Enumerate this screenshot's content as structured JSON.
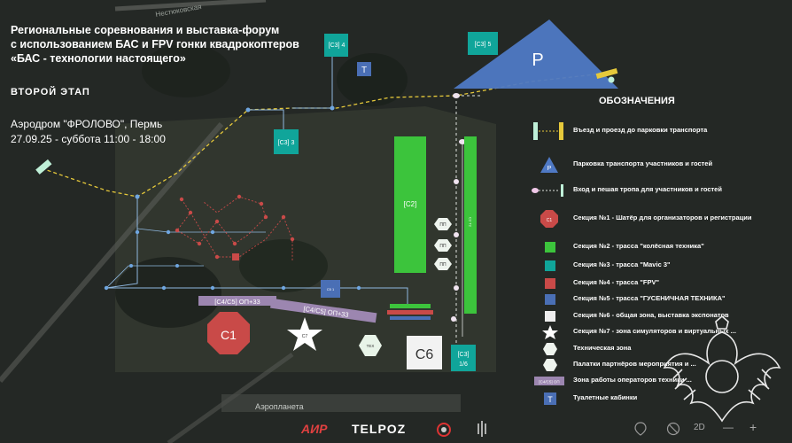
{
  "header": {
    "title_lines": [
      "Региональные соревнования и выставка-форум",
      "с использованием БАС и FPV гонки квадрокоптеров",
      "«БАС - технологии настоящего»"
    ],
    "stage": "ВТОРОЙ  ЭТАП",
    "venue": "Аэродром \"ФРОЛОВО\", Пермь",
    "date": "27.09.25 - суббота 11:00 - 18:00"
  },
  "map": {
    "road_label_top": "Нестюковская",
    "road_label_bottom": "Аэропланета",
    "zones": {
      "c3_4": "[С3] 4",
      "c3_5": "[С3] 5",
      "c3_3": "[С3] 3",
      "c3_16_line1": "[С3]",
      "c3_16_line2": "1/6",
      "c2": "[С2]",
      "c1": "С1",
      "c6": "С6",
      "c7": "С7",
      "tech": "ТЕХ",
      "c4c5_a": "[С4/С5] ОП+33",
      "c4c5_b": "[С4/С5] ОП+33",
      "parking": "P",
      "toilet": "T",
      "pp1": "ПП",
      "pp2": "ПП",
      "pp3": "ПП",
      "small_blue": "С5 1",
      "c2_strip": "С2 Т2"
    }
  },
  "legend": {
    "title": "ОБОЗНАЧЕНИЯ",
    "items": [
      {
        "icon": "entry-icon",
        "label": "Въезд и проезд до парковки транспорта"
      },
      {
        "icon": "parking-icon",
        "label": "Парковка транспорта участников и гостей"
      },
      {
        "icon": "pedestrian-entry-icon",
        "label": "Вход и пешая тропа для участников и гостей"
      },
      {
        "icon": "octagon-icon",
        "label": "Секция №1 - Шатёр для организаторов и регистрации"
      },
      {
        "icon": "green-square-icon",
        "label": "Секция №2 - трасса \"колёсная техника\""
      },
      {
        "icon": "teal-square-icon",
        "label": "Секция №3 - трасса \"Mavic 3\""
      },
      {
        "icon": "red-square-icon",
        "label": "Секция №4 - трасса \"FPV\""
      },
      {
        "icon": "blue-square-icon",
        "label": "Секция №5 - трасса \"ГУСЕНИЧНАЯ ТЕХНИКА\""
      },
      {
        "icon": "white-square-icon",
        "label": "Секция №6 - общая зона, выставка экспонатов"
      },
      {
        "icon": "star-icon",
        "label": "Секция №7 - зона симуляторов и виртуальных ..."
      },
      {
        "icon": "hexagon-icon",
        "label": "Техническая зона"
      },
      {
        "icon": "tent-icon",
        "label": "Палатки партнёров мероприятия и ..."
      },
      {
        "icon": "operator-zone-icon",
        "label": "Зона работы операторов техники ..."
      },
      {
        "icon": "toilet-icon",
        "label": "Туалетные кабинки"
      }
    ],
    "icon_texts": {
      "parking": "P",
      "c1": "С1",
      "operator": "[С4/С5] ОП",
      "toilet": "T"
    }
  },
  "footer": {
    "brand_telpoz": "TELPOZ",
    "brand_left": "АИР",
    "map_controls": [
      "2D",
      "—",
      "+"
    ]
  },
  "colors": {
    "green": "#3cc43c",
    "teal": "#10a59a",
    "red": "#c94a48",
    "blue": "#4a6fb5",
    "parking_blue": "#4f79c4",
    "path_yellow": "#e6c93b",
    "operator_zone": "#9c86b0"
  }
}
